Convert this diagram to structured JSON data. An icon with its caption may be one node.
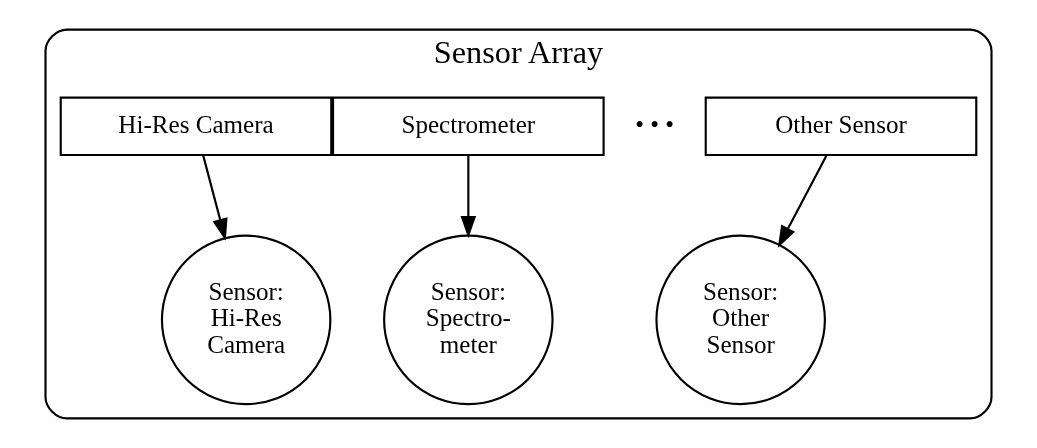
{
  "diagram": {
    "nodes": [
      {
        "text": [
          "Sensor Array"
        ]
      },
      {
        "text": [
          "Hi-Res Camera"
        ],
        "in": 0
      },
      {
        "text": [
          "Spectrometer"
        ],
        "in": 0
      },
      {
        "text": [
          "Other Sensor"
        ],
        "in": 0
      },
      {
        "text": [
          "Sensor: Hi-Res Camera"
        ],
        "in": 0
      },
      {
        "text": [
          "Sensor: Spectro- meter"
        ],
        "in": 0
      },
      {
        "text": [
          "Sensor: Other Sensor"
        ],
        "in": 0
      }
    ],
    "edges": [
      {
        "from": 1,
        "to": 4,
        "arrow": "to"
      },
      {
        "from": 2,
        "to": 5,
        "arrow": "to"
      },
      {
        "from": 3,
        "to": 6,
        "arrow": "to"
      }
    ],
    "labels": [
      "• • •"
    ]
  }
}
